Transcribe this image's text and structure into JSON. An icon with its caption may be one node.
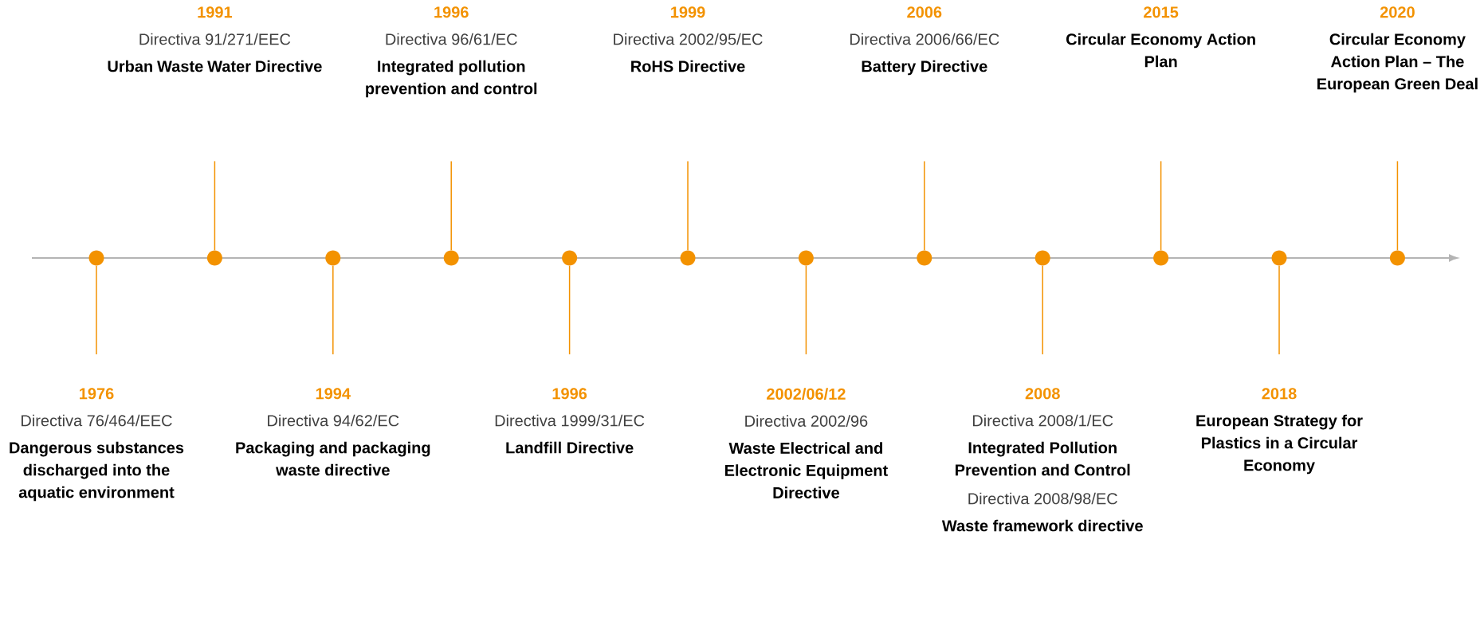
{
  "diagram": {
    "nodes": [
      {
        "text": [],
        "shape": "circle"
      },
      {
        "text": [
          "1976",
          "Directiva 76/464/EEC",
          "Dangerous substances discharged into the aquatic environment"
        ]
      },
      {
        "text": [],
        "shape": "circle"
      },
      {
        "text": [
          "1991",
          "Directiva 91/271/EEC",
          "Urban Waste Water Directive"
        ]
      },
      {
        "text": [],
        "shape": "circle"
      },
      {
        "text": [
          "1994",
          "Directiva 94/62/EC",
          "Packaging and packaging waste directive"
        ]
      },
      {
        "text": [],
        "shape": "circle"
      },
      {
        "text": [
          "1996",
          "Directiva 96/61/EC",
          "Integrated pollution prevention and control"
        ]
      },
      {
        "text": [],
        "shape": "circle"
      },
      {
        "text": [
          "1996",
          "Directiva 1999/31/EC",
          "Landfill Directive"
        ]
      },
      {
        "text": [],
        "shape": "circle"
      },
      {
        "text": [
          "1999",
          "Directiva 2002/95/EC",
          "RoHS Directive"
        ]
      },
      {
        "text": [],
        "shape": "circle"
      },
      {
        "text": [
          "2002/06/12",
          "Directiva 2002/96",
          "Waste Electrical and Electronic Equipment Directive"
        ]
      },
      {
        "text": [],
        "shape": "circle"
      },
      {
        "text": [
          "2006",
          "Directiva 2006/66/EC",
          "Battery Directive"
        ]
      },
      {
        "text": [],
        "shape": "circle"
      },
      {
        "text": [
          "2008",
          "Directiva 2008/1/EC",
          "Integrated Pollution Prevention and Control",
          "Directiva 2008/98/EC",
          "Waste framework directive"
        ]
      },
      {
        "text": [],
        "shape": "circle"
      },
      {
        "text": [
          "2015",
          "Circular Economy Action Plan"
        ]
      },
      {
        "text": [],
        "shape": "circle"
      },
      {
        "text": [
          "2018",
          "European Strategy for Plastics in a Circular Economy"
        ]
      },
      {
        "text": [],
        "shape": "circle"
      },
      {
        "text": [
          "2020",
          "Circular Economy Action Plan – The European Green Deal"
        ]
      }
    ],
    "edges": [
      {
        "from": 0,
        "to": 1,
        "arrow": "none"
      },
      {
        "from": 2,
        "to": 3,
        "arrow": "none"
      },
      {
        "from": 4,
        "to": 5,
        "arrow": "none"
      },
      {
        "from": 6,
        "to": 7,
        "arrow": "none"
      },
      {
        "from": 8,
        "to": 9,
        "arrow": "none"
      },
      {
        "from": 10,
        "to": 11,
        "arrow": "none"
      },
      {
        "from": 12,
        "to": 13,
        "arrow": "none"
      },
      {
        "from": 14,
        "to": 15,
        "arrow": "none"
      },
      {
        "from": 16,
        "to": 17,
        "arrow": "none"
      },
      {
        "from": 18,
        "to": 19,
        "arrow": "none"
      },
      {
        "from": 20,
        "to": 21,
        "arrow": "none"
      },
      {
        "from": 22,
        "to": 23,
        "arrow": "none"
      }
    ]
  }
}
